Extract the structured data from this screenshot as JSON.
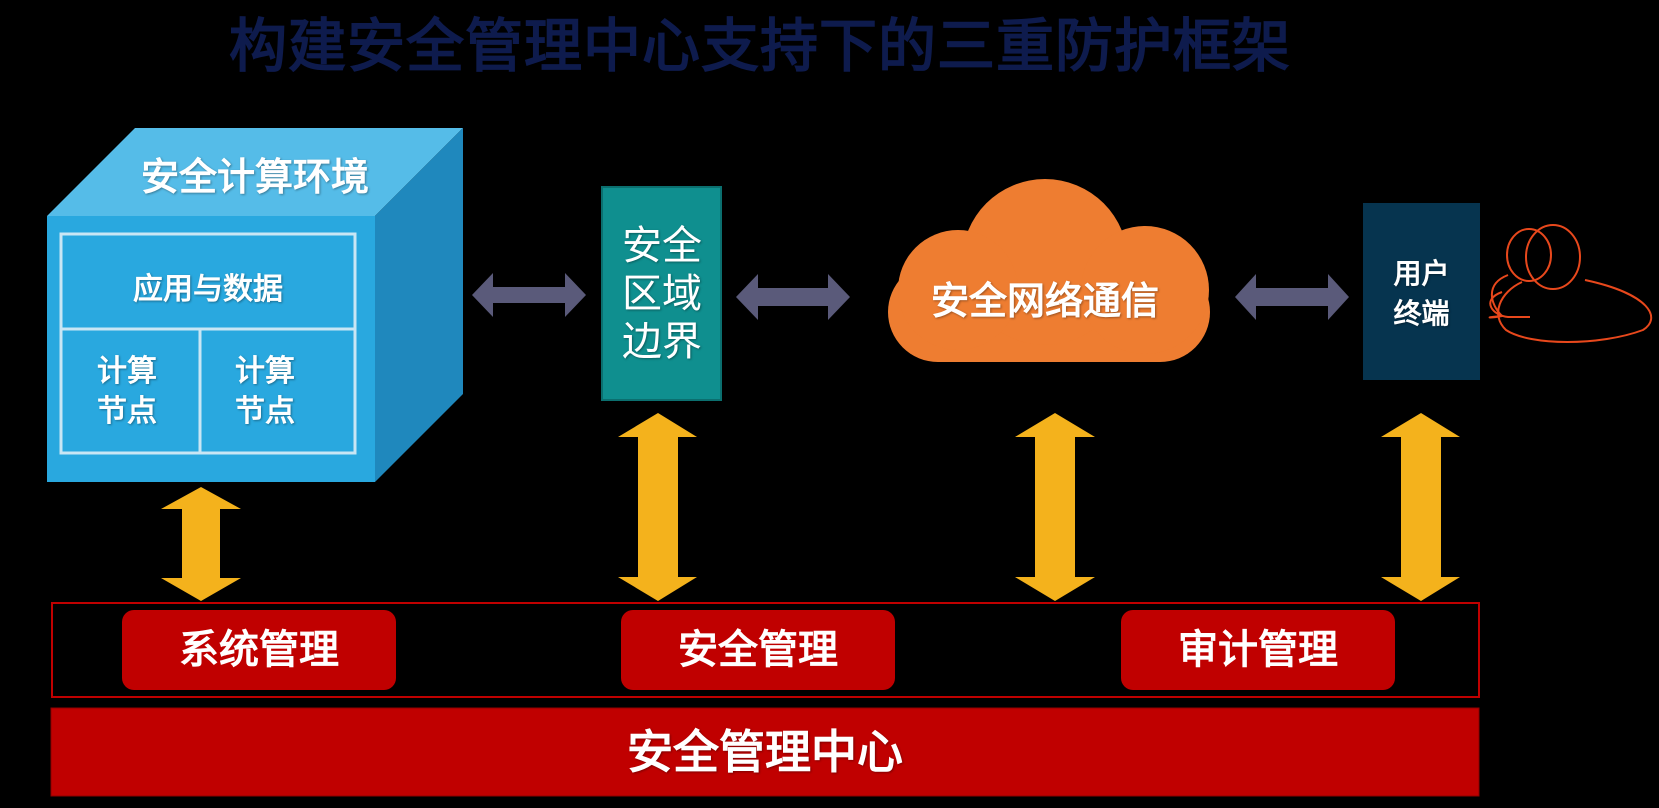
{
  "title": "构建安全管理中心支持下的三重防护框架",
  "compute_env": {
    "title": "安全计算环境",
    "app_data": "应用与数据",
    "nodes": [
      "计算\n节点",
      "计算\n节点"
    ]
  },
  "region_border": {
    "label": "安全\n区域\n边界"
  },
  "network": {
    "label": "安全网络通信"
  },
  "terminal": {
    "label": "用户\n终端"
  },
  "management": {
    "items": [
      "系统管理",
      "安全管理",
      "审计管理"
    ],
    "center": "安全管理中心"
  },
  "colors": {
    "cube_front": "#29a8df",
    "cube_top": "#55bce8",
    "cube_side": "#1f88bd",
    "border_box": "#0f8f8f",
    "cloud": "#ee7d31",
    "terminal_box": "#06344f",
    "gray_arrow": "#5a5a7a",
    "gold_arrow": "#f4b21c",
    "mgmt_red": "#c00000",
    "title": "#0e1b4d",
    "user_icon": "#e8481c"
  }
}
